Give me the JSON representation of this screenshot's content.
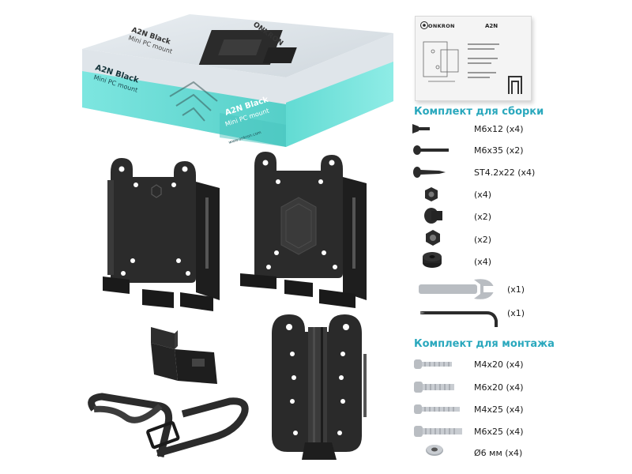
{
  "box": {
    "brand_top": "ONKRON",
    "model_top": "A2N Black",
    "subtitle_top": "Mini PC mount",
    "model_side": "A2N Black",
    "subtitle_side": "Mini PC mount",
    "model_front": "A2N Black",
    "subtitle_front": "Mini PC mount",
    "site": "www.onkron.com"
  },
  "manual": {
    "brand": "ONKRON",
    "model": "A2N"
  },
  "assembly_kit": {
    "title": "Комплект для сборки",
    "items": [
      {
        "label": "M6x12 (x4)",
        "icon": "flat-head-screw-icon"
      },
      {
        "label": "M6x35 (x2)",
        "icon": "long-screw-icon"
      },
      {
        "label": "ST4.2x22 (x4)",
        "icon": "self-tapping-screw-icon"
      },
      {
        "label": "(x4)",
        "icon": "hex-nut-icon"
      },
      {
        "label": "(x2)",
        "icon": "barrel-nut-icon"
      },
      {
        "label": "(x2)",
        "icon": "lock-nut-icon"
      },
      {
        "label": "(x4)",
        "icon": "rubber-spacer-icon"
      },
      {
        "label": "(x1)",
        "icon": "wrench-icon"
      },
      {
        "label": "(x1)",
        "icon": "hex-key-icon"
      }
    ]
  },
  "mounting_kit": {
    "title": "Комплект для монтажа",
    "items": [
      {
        "label": "M4x20 (x4)",
        "icon": "machine-screw-icon"
      },
      {
        "label": "M6x20 (x4)",
        "icon": "machine-screw-icon"
      },
      {
        "label": "M4x25 (x4)",
        "icon": "machine-screw-icon"
      },
      {
        "label": "M6x25 (x4)",
        "icon": "machine-screw-icon"
      },
      {
        "label": "Ø6 мм (x4)",
        "icon": "washer-icon"
      }
    ]
  },
  "colors": {
    "accent": "#2aa8bd",
    "box_teal": "#6fe3dc",
    "metal": "#2a2a2a",
    "steel": "#b9bdc2"
  }
}
